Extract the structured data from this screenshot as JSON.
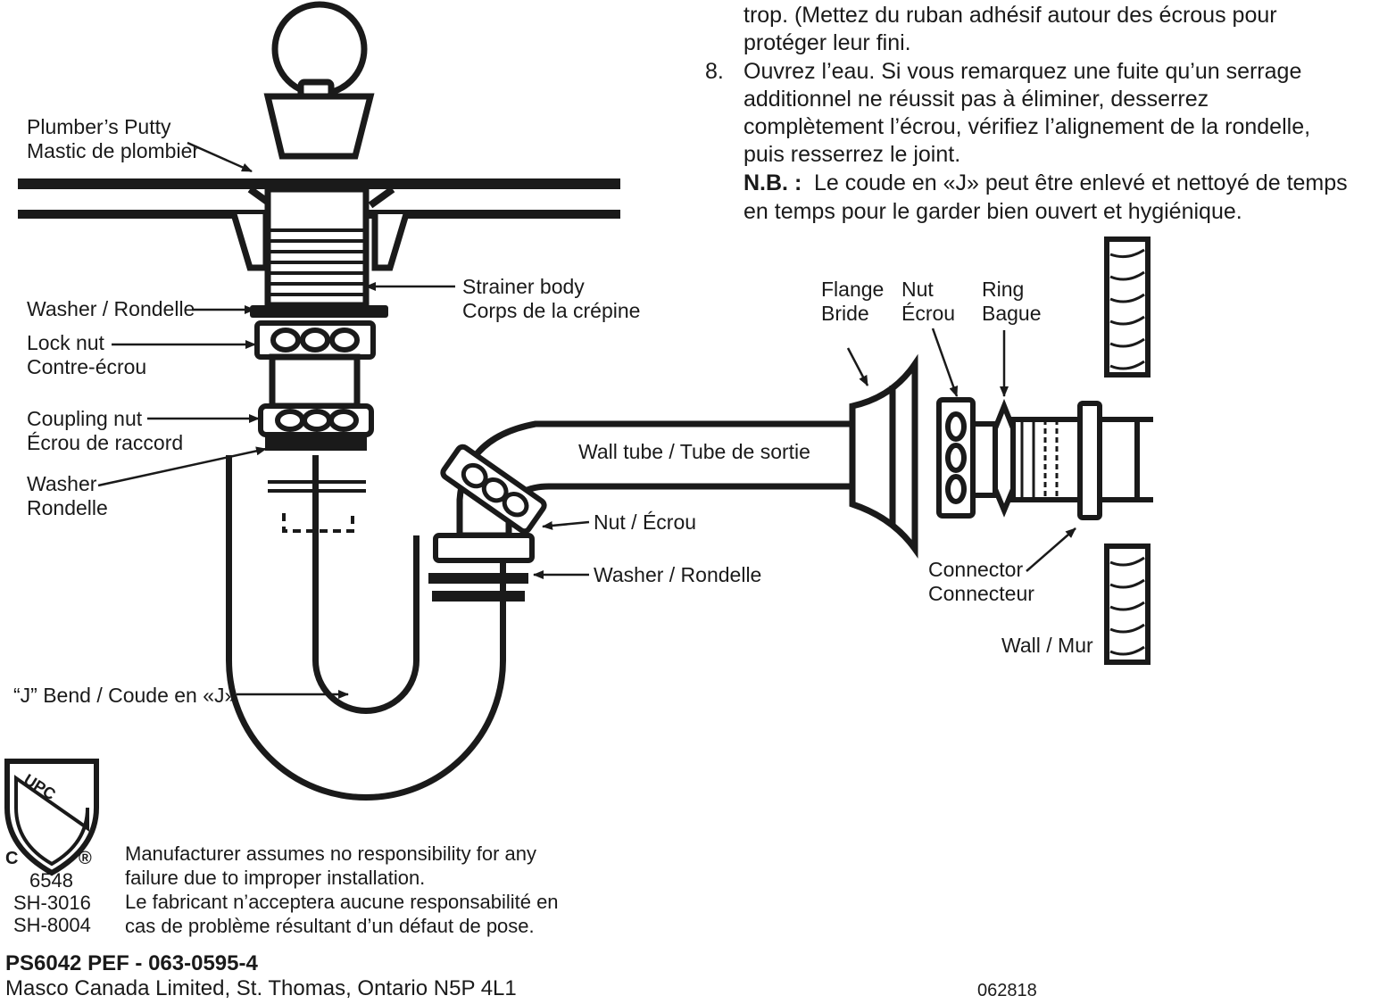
{
  "instructions": {
    "line1": "trop. (Mettez du ruban adhésif autour des écrous pour",
    "line2": "protéger leur fini.",
    "step_number": "8.",
    "step_line1": "Ouvrez l’eau. Si vous remarquez une fuite qu’un serrage",
    "step_line2": "additionnel ne réussit pas à éliminer, desserrez",
    "step_line3": "complètement l’écrou, vérifiez l’alignement de la rondelle,",
    "step_line4": "puis resserrez le joint.",
    "nb_label": "N.B. :",
    "nb_line1": "Le coude en «J» peut être enlevé et nettoyé de temps",
    "nb_line2": "en temps pour le garder bien ouvert et hygiénique."
  },
  "labels": {
    "plumbers_putty_en": "Plumber’s Putty",
    "plumbers_putty_fr": "Mastic de plombier",
    "washer_top": "Washer / Rondelle",
    "lock_nut_en": "Lock nut",
    "lock_nut_fr": "Contre-écrou",
    "coupling_nut_en": "Coupling nut",
    "coupling_nut_fr": "Écrou de raccord",
    "washer_en": "Washer",
    "washer_fr": "Rondelle",
    "j_bend": "“J” Bend / Coude en «J»",
    "strainer_en": "Strainer body",
    "strainer_fr": "Corps de la crépine",
    "wall_tube": "Wall tube / Tube de sortie",
    "nut_ecrou": "Nut / Écrou",
    "washer_rondelle": "Washer / Rondelle",
    "flange_en": "Flange",
    "flange_fr": "Bride",
    "nut_en": "Nut",
    "nut_fr": "Écrou",
    "ring_en": "Ring",
    "ring_fr": "Bague",
    "connector_en": "Connector",
    "connector_fr": "Connecteur",
    "wall": "Wall / Mur"
  },
  "certification": {
    "logo_text": "UPC",
    "logo_c": "C",
    "logo_r": "®",
    "code1": "6548",
    "code2": "SH-3016",
    "code3": "SH-8004"
  },
  "disclaimer": {
    "en_line1": "Manufacturer assumes no responsibility for any",
    "en_line2": "failure due to improper installation.",
    "fr_line1": "Le fabricant n’acceptera aucune responsabilité en",
    "fr_line2": "cas de problème résultant d’un défaut de pose."
  },
  "footer": {
    "part_number": "PS6042 PEF - 063-0595-4",
    "company": "Masco Canada Limited, St. Thomas, Ontario  N5P 4L1",
    "date_code": "062818"
  }
}
